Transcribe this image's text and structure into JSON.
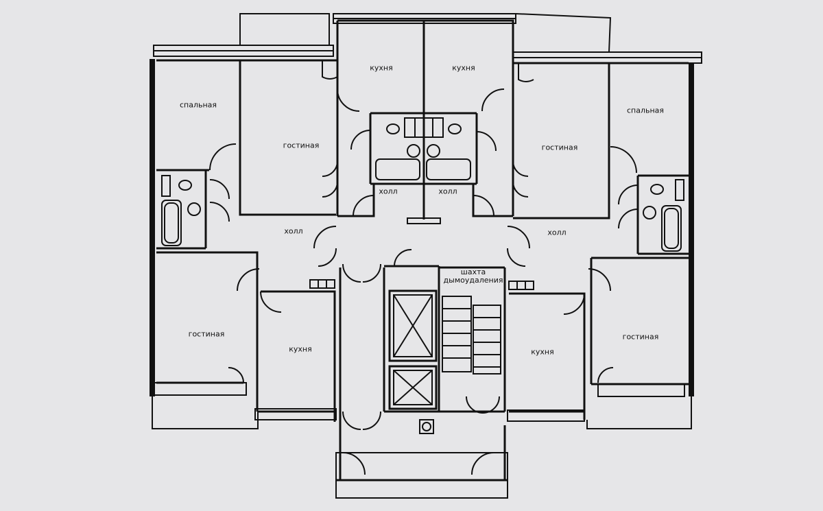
{
  "plan": {
    "colors": {
      "paper": "#e6e6e8",
      "line": "#111111"
    },
    "rooms": {
      "bedroom_left": "спальная",
      "living_top_left": "гостиная",
      "kitchen_top_left": "кухня",
      "kitchen_top_right": "кухня",
      "living_top_right": "гостиная",
      "bedroom_right": "спальная",
      "hall_small_left": "холл",
      "hall_small_right": "холл",
      "hall_left": "холл",
      "hall_right": "холл",
      "living_bottom_left": "гостиная",
      "kitchen_bottom_left": "кухня",
      "kitchen_bottom_right": "кухня",
      "living_bottom_right": "гостиная"
    },
    "shaft": {
      "line1": "шахта",
      "line2": "дымоудаления"
    }
  }
}
